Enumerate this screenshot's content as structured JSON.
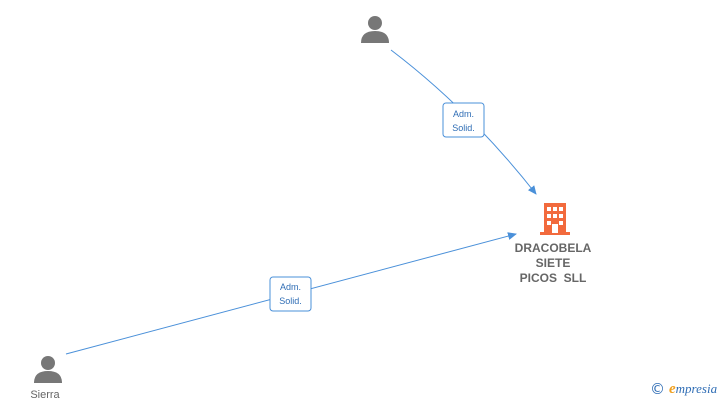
{
  "nodes": {
    "company": {
      "name_lines": [
        "DRACOBELA",
        "SIETE",
        "PICOS  SLL"
      ],
      "icon": "building-icon",
      "color": "#f26a3d"
    },
    "person_top": {
      "icon": "person-icon",
      "color": "#777777"
    },
    "person_bottom": {
      "label": "Sierra",
      "icon": "person-icon",
      "color": "#777777"
    }
  },
  "edges": [
    {
      "from": "person_top",
      "to": "company",
      "label_lines": [
        "Adm.",
        "Solid."
      ]
    },
    {
      "from": "person_bottom",
      "to": "company",
      "label_lines": [
        "Adm.",
        "Solid."
      ]
    }
  ],
  "colors": {
    "edge": "#4a90d9",
    "edge_label_text": "#2f6db5",
    "node_label": "#666666"
  },
  "watermark": {
    "copyright_symbol": "©",
    "brand_initial": "e",
    "brand_rest": "mpresia"
  }
}
